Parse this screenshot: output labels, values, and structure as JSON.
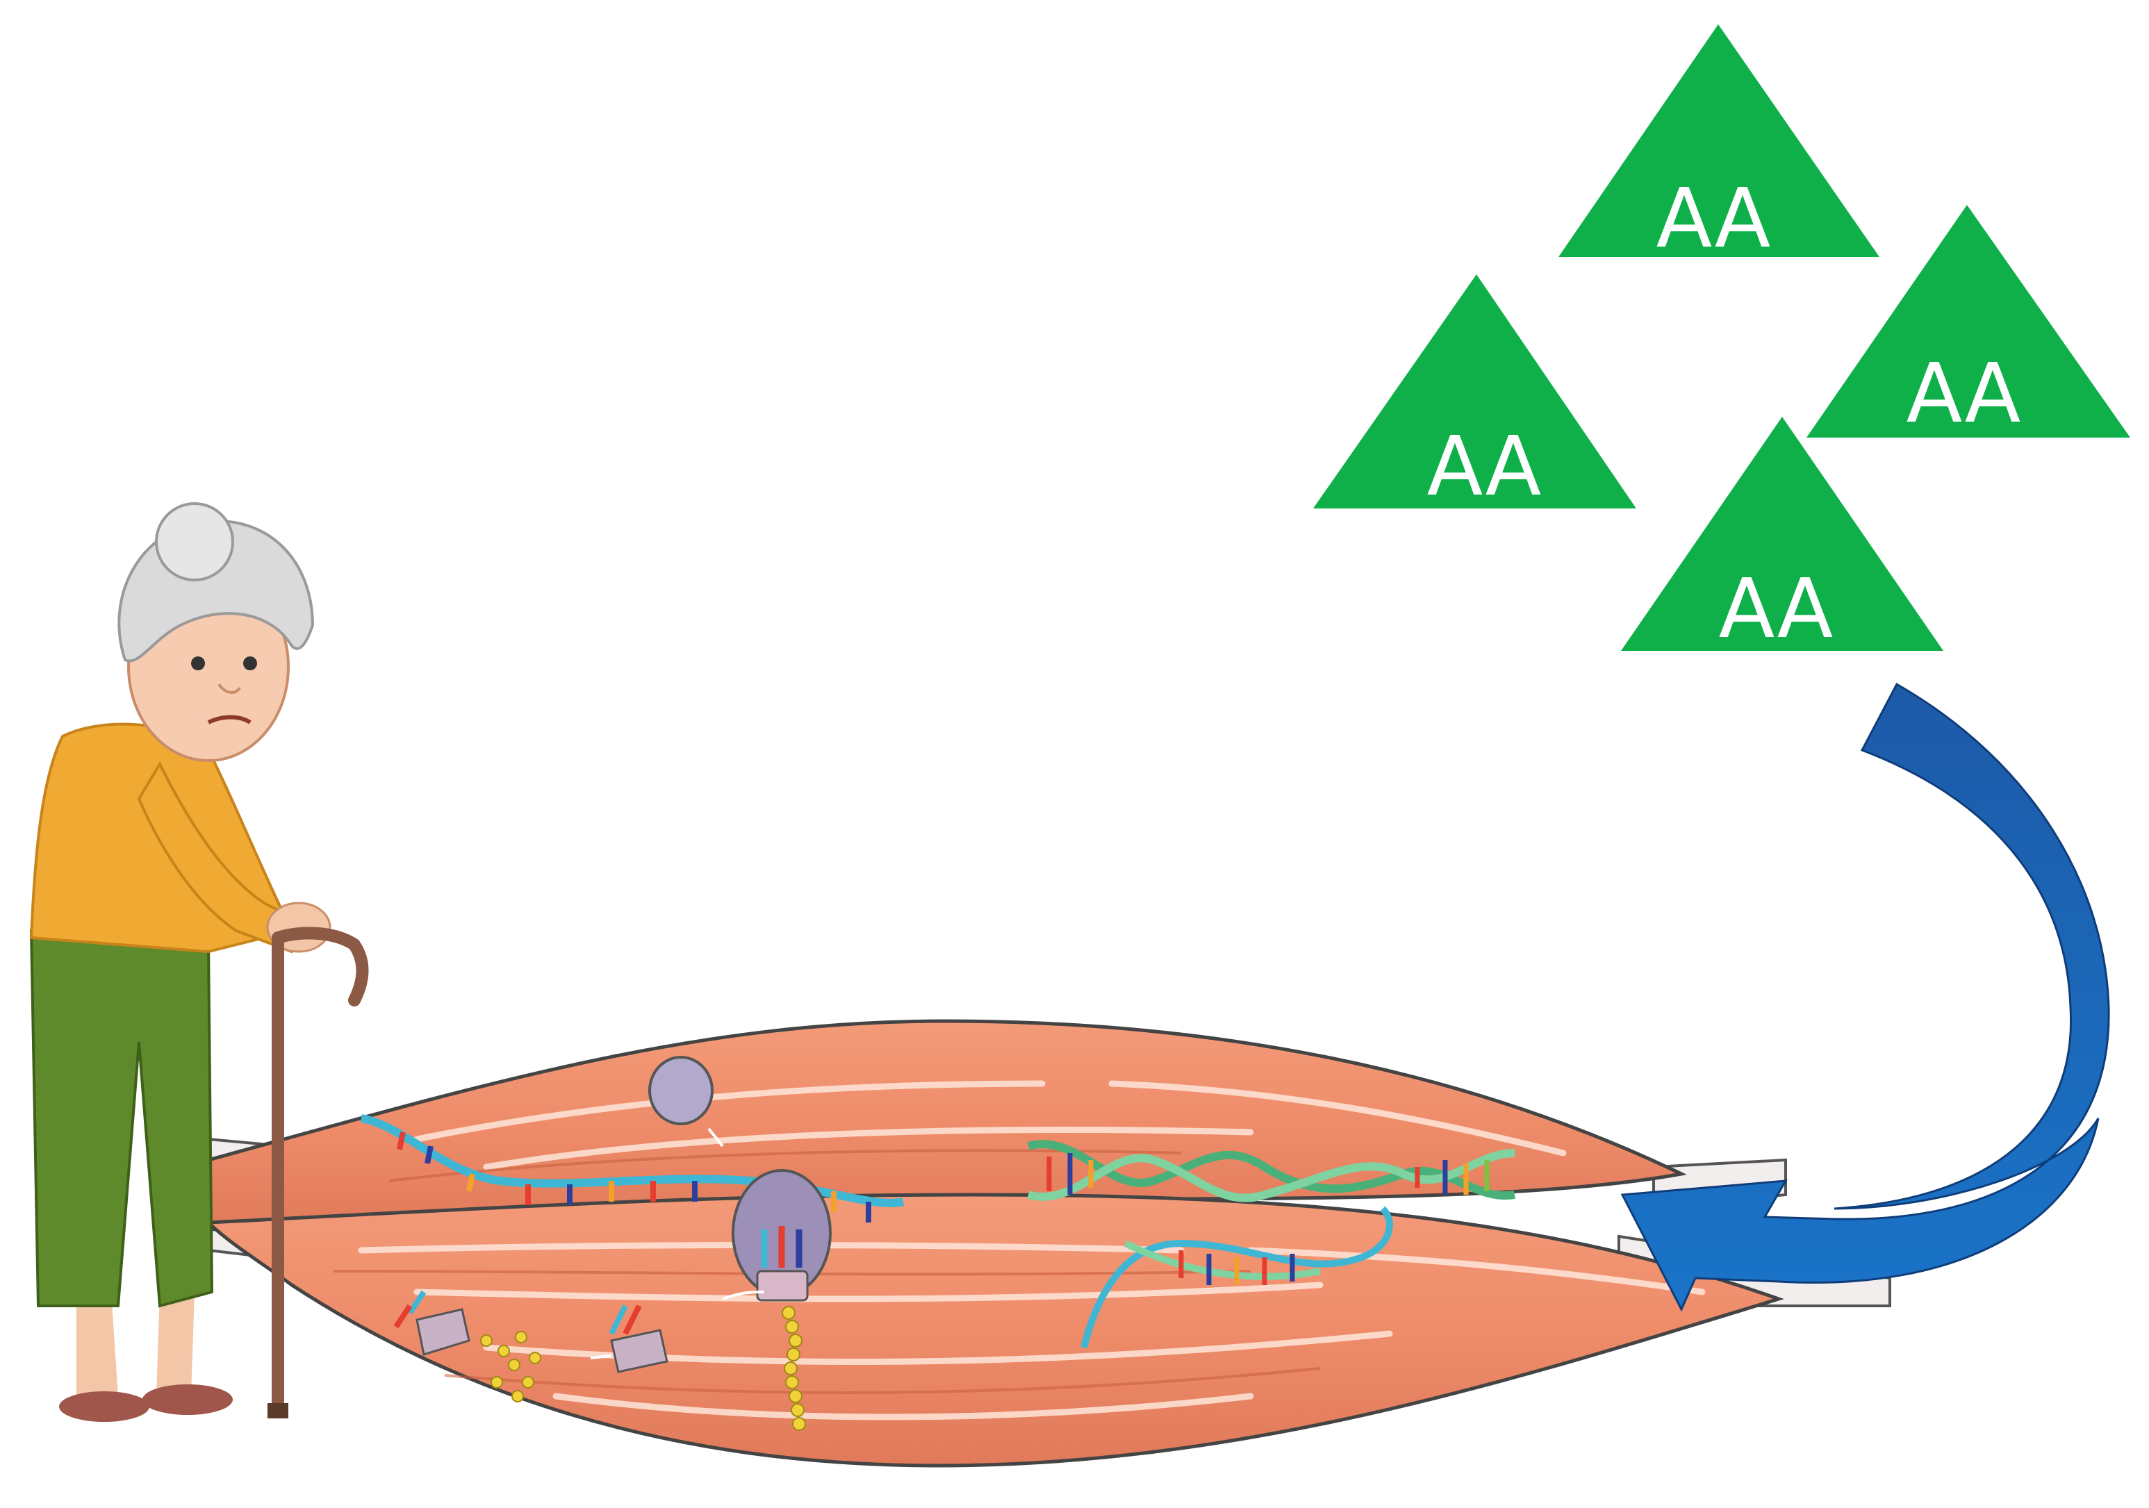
{
  "amino_acids": [
    {
      "label": "AA"
    },
    {
      "label": "AA"
    },
    {
      "label": "AA"
    },
    {
      "label": "AA"
    }
  ],
  "colors": {
    "aa_triangle": "#0fb04a",
    "arrow": "#1a5fb0",
    "muscle": "#ee9070",
    "muscle_dark": "#d46a4c",
    "mrna": "#3fb7d4",
    "dna": "#7fd3a0",
    "ribosome": "#9c8fb8",
    "peptide": "#f2d23a"
  },
  "icons": [
    "elderly-woman-with-cane",
    "skeletal-muscle",
    "ribosome",
    "mrna-strand",
    "dna-double-helix",
    "peptide-chain",
    "curved-arrow-icon"
  ]
}
